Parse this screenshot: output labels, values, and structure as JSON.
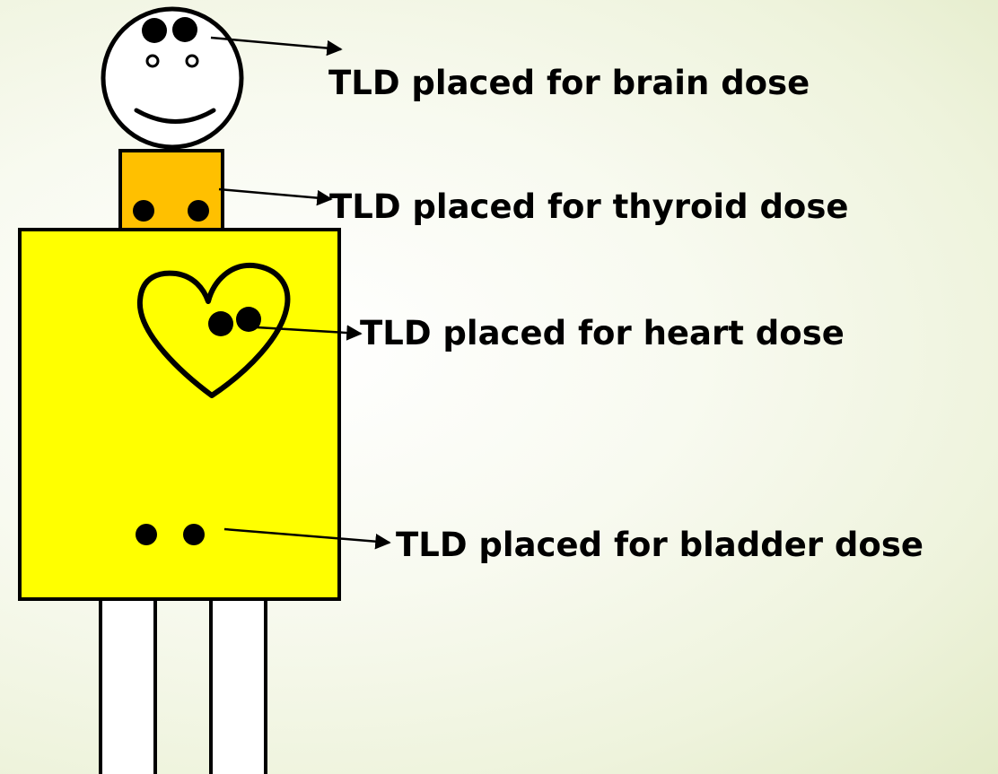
{
  "labels": {
    "brain": "TLD placed for brain dose",
    "thyroid": "TLD placed for thyroid dose",
    "heart": "TLD placed for heart dose",
    "bladder": "TLD placed for bladder dose"
  },
  "colors": {
    "background": "#eef3dc",
    "torso": "#ffff00",
    "neck": "#ffc000",
    "outline": "#000000",
    "head": "#ffffff",
    "legs": "#ffffff",
    "dosimeter": "#000000"
  },
  "icons": {
    "head": "smiley-face-icon",
    "heart": "heart-outline-icon",
    "dosimeter": "filled-dot-icon",
    "pointer": "arrow-icon"
  }
}
